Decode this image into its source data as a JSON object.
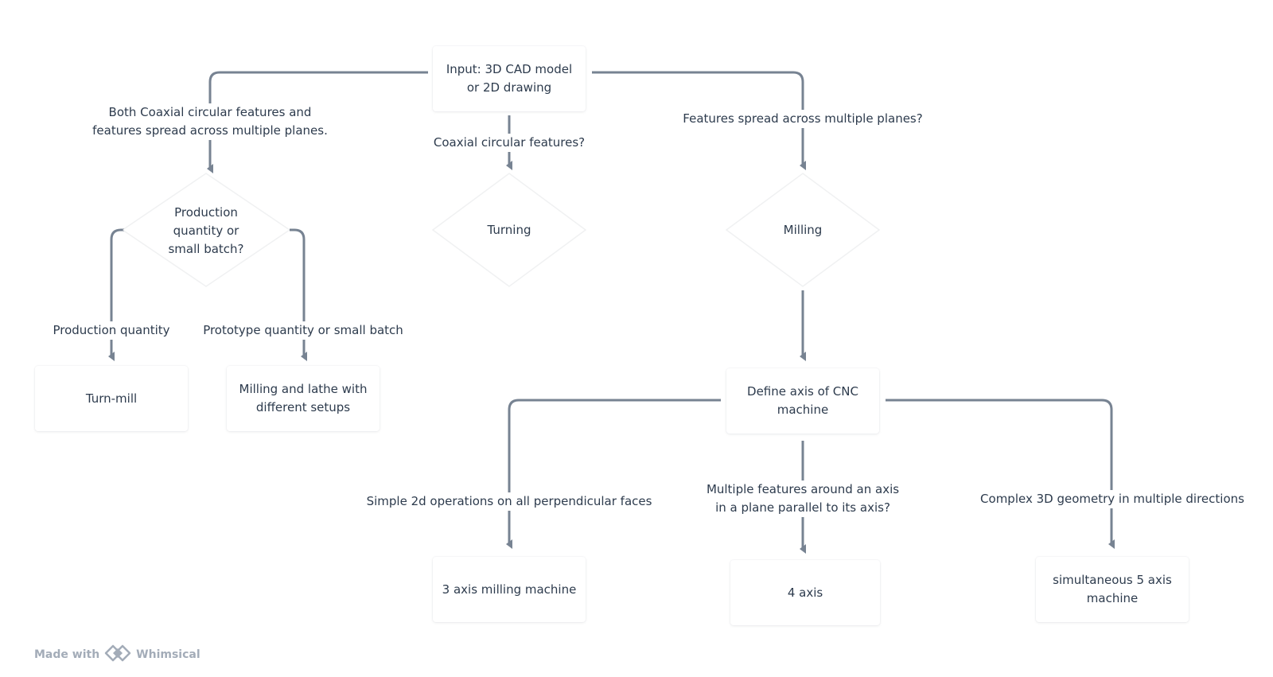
{
  "colors": {
    "connector": "#778392",
    "text": "#2d3b4d",
    "node_background": "#ffffff",
    "watermark": "#a3acb8"
  },
  "nodes": {
    "input": "Input: 3D CAD model\nor 2D drawing",
    "production_decision": "Production\nquantity or\nsmall batch?",
    "turning": "Turning",
    "milling": "Milling",
    "turn_mill": "Turn-mill",
    "milling_lathe": "Milling and lathe with\ndifferent setups",
    "define_axis": "Define axis of CNC\nmachine",
    "three_axis": "3 axis milling machine",
    "four_axis": "4 axis",
    "five_axis": "simultaneous 5 axis\nmachine"
  },
  "edge_labels": {
    "both_features": "Both Coaxial circular features and\nfeatures spread across multiple planes.",
    "coaxial": "Coaxial circular features?",
    "multiple_planes": "Features spread across multiple planes?",
    "production_quantity": "Production quantity",
    "prototype_quantity": "Prototype quantity or small batch",
    "simple_2d": "Simple 2d operations on all perpendicular faces",
    "multiple_features_axis": "Multiple features around an axis\nin a plane parallel to its axis?",
    "complex_3d": "Complex 3D geometry in multiple directions"
  },
  "watermark": {
    "made_with": "Made with",
    "brand": "Whimsical",
    "logo_icon": "whimsical-logo-icon"
  }
}
